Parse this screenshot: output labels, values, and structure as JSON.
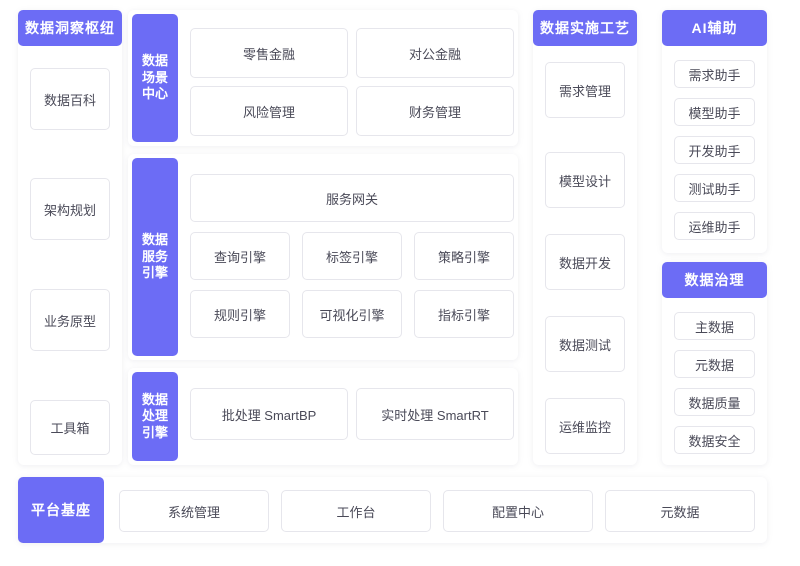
{
  "colors": {
    "accent": "#6c6cf5",
    "tile_border": "#e6e6ec",
    "tile_text": "#4a4a58",
    "panel_bg": "#ffffff",
    "page_bg": "#ffffff"
  },
  "columns": {
    "insight": {
      "header": "数据洞察枢纽",
      "items": [
        {
          "label": "数据百科"
        },
        {
          "label": "架构规划"
        },
        {
          "label": "业务原型"
        },
        {
          "label": "工具箱"
        }
      ]
    },
    "scene_center": {
      "side_label": "数据场景中心",
      "items": [
        {
          "label": "零售金融"
        },
        {
          "label": "对公金融"
        },
        {
          "label": "风险管理"
        },
        {
          "label": "财务管理"
        }
      ]
    },
    "service_engine": {
      "side_label": "数据服务引擎",
      "gateway": "服务网关",
      "items": [
        {
          "label": "查询引擎"
        },
        {
          "label": "标签引擎"
        },
        {
          "label": "策略引擎"
        },
        {
          "label": "规则引擎"
        },
        {
          "label": "可视化引擎"
        },
        {
          "label": "指标引擎"
        }
      ]
    },
    "process_engine": {
      "side_label": "数据处理引擎",
      "items": [
        {
          "label": "批处理 SmartBP"
        },
        {
          "label": "实时处理  SmartRT"
        }
      ]
    },
    "craft": {
      "header": "数据实施工艺",
      "items": [
        {
          "label": "需求管理"
        },
        {
          "label": "模型设计"
        },
        {
          "label": "数据开发"
        },
        {
          "label": "数据测试"
        },
        {
          "label": "运维监控"
        }
      ]
    },
    "ai_assist": {
      "header": "AI辅助",
      "items": [
        {
          "label": "需求助手"
        },
        {
          "label": "模型助手"
        },
        {
          "label": "开发助手"
        },
        {
          "label": "测试助手"
        },
        {
          "label": "运维助手"
        }
      ]
    },
    "governance": {
      "header": "数据治理",
      "items": [
        {
          "label": "主数据"
        },
        {
          "label": "元数据"
        },
        {
          "label": "数据质量"
        },
        {
          "label": "数据安全"
        }
      ]
    },
    "platform_base": {
      "header": "平台基座",
      "items": [
        {
          "label": "系统管理"
        },
        {
          "label": "工作台"
        },
        {
          "label": "配置中心"
        },
        {
          "label": "元数据"
        }
      ]
    }
  }
}
